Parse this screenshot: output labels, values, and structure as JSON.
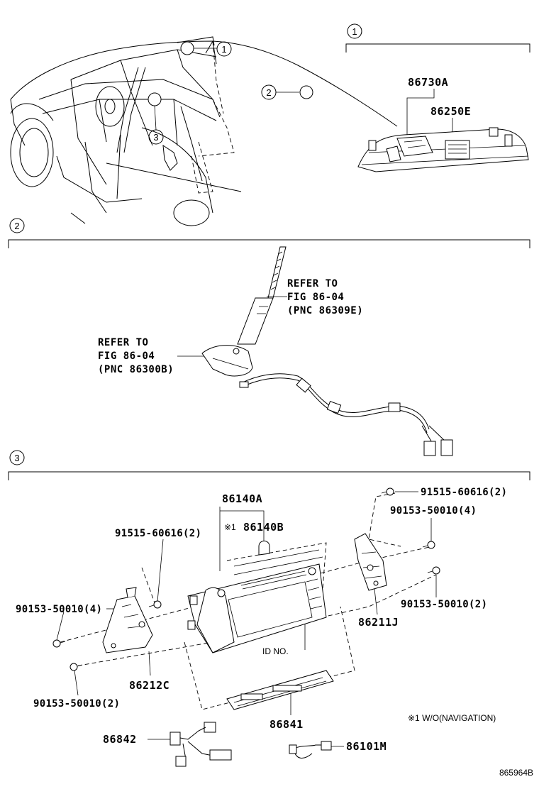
{
  "sections": {
    "one": {
      "num": "1"
    },
    "two": {
      "num": "2"
    },
    "three": {
      "num": "3"
    }
  },
  "car_view": {
    "callouts": [
      "1",
      "2",
      "3"
    ]
  },
  "section1": {
    "labels": [
      "86730A",
      "86250E"
    ]
  },
  "section2": {
    "refer_antenna": [
      "REFER TO",
      "FIG 86-04",
      "(PNC 86309E)"
    ],
    "refer_base": [
      "REFER TO",
      "FIG 86-04",
      "(PNC 86300B)"
    ]
  },
  "section3": {
    "labels": {
      "top_screw_right": "91515-60616(2)",
      "bolt_right_4": "90153-50010(4)",
      "unit": "86140A",
      "unit_alt": "86140B",
      "alt_marker": "※1",
      "screw_left": "91515-60616(2)",
      "bolt_left_4": "90153-50010(4)",
      "bolt_right_2": "90153-50010(2)",
      "bracket_right": "86211J",
      "id_no": "ID NO.",
      "bracket_left": "86212C",
      "bolt_left_2": "90153-50010(2)",
      "panel": "86841",
      "harness": "86842",
      "cable": "86101M"
    },
    "footnote": "※1 W/O(NAVIGATION)"
  },
  "figure_code": "865964B",
  "colors": {
    "ink": "#000000",
    "paper": "#ffffff"
  }
}
